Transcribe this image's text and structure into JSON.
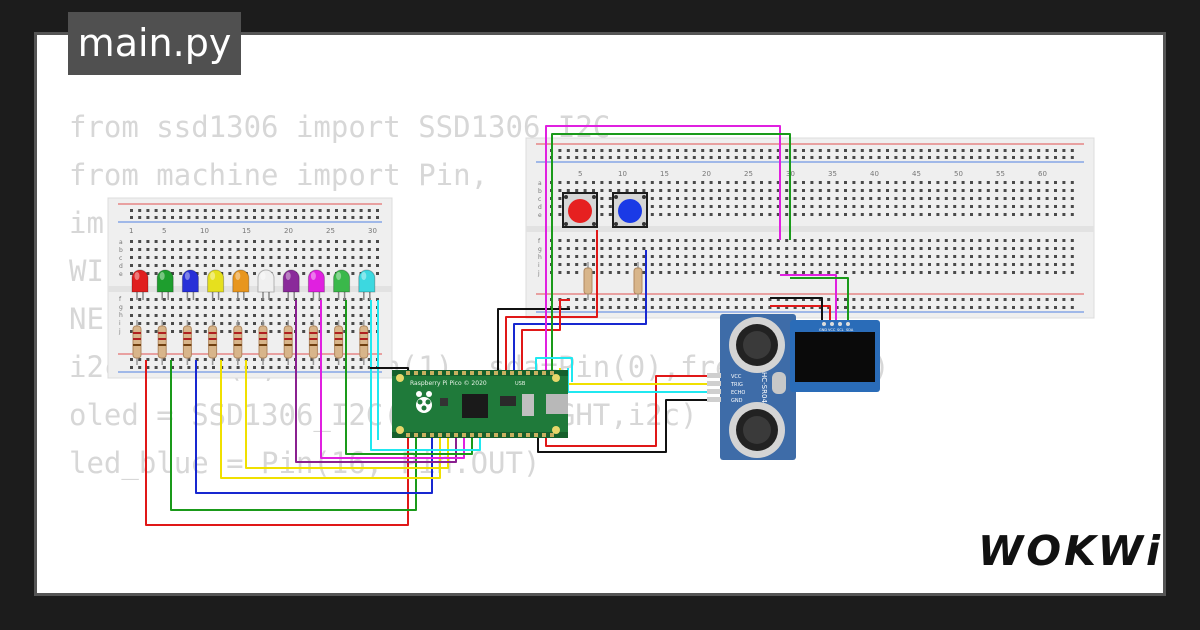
{
  "editor": {
    "tab_title": "main.py",
    "code_lines": [
      "from ssd1306 import SSD1306_I2C",
      "from machine import Pin, ",
      "im",
      "",
      "WI",
      "NE",
      "",
      "i2c = I2C(0,scl=Pin(1), sda=Pin(0),freq=200000)",
      "oled = SSD1306_I2C(WIDTH,HEIGHT,i2c)",
      "",
      "led_blue = Pin(16, Pin.OUT)"
    ]
  },
  "brand": {
    "logo_text": "WOKWi"
  },
  "board": {
    "label": "Raspberry Pi Pico © 2020",
    "usb_label": "USB"
  },
  "sensor": {
    "name": "HC-SR04",
    "pins": [
      "VCC",
      "TRIG",
      "ECHO",
      "GND"
    ]
  },
  "display": {
    "pins": [
      "GND",
      "VCC",
      "SCL",
      "SDA"
    ]
  },
  "breadboard_small": {
    "column_numbers": [
      "1",
      "5",
      "10",
      "15",
      "20",
      "25",
      "30"
    ],
    "row_letters_top": [
      "a",
      "b",
      "c",
      "d",
      "e"
    ],
    "row_letters_bottom": [
      "f",
      "g",
      "h",
      "i",
      "j"
    ]
  },
  "breadboard_large": {
    "column_numbers": [
      "5",
      "10",
      "15",
      "20",
      "25",
      "30",
      "35",
      "40",
      "45",
      "50",
      "55",
      "60"
    ],
    "row_letters_top": [
      "a",
      "b",
      "c",
      "d",
      "e"
    ],
    "row_letters_bottom": [
      "f",
      "g",
      "h",
      "i",
      "j"
    ]
  },
  "leds": {
    "colors": [
      "#e02020",
      "#1e9e2e",
      "#2830d8",
      "#e6e01e",
      "#e8961e",
      "#f0f0f0",
      "#8a2a9a",
      "#e020e0",
      "#3ab84a",
      "#3cd8e0"
    ]
  },
  "buttons": {
    "colors": [
      "#e62020",
      "#1a3ae6"
    ]
  },
  "wire_colors": {
    "red": "#e01818",
    "green": "#1a9a1a",
    "blue": "#1828d0",
    "yellow": "#f0e000",
    "purple": "#8a2090",
    "magenta": "#e020e0",
    "cyan": "#20e8f0",
    "black": "#111111"
  }
}
